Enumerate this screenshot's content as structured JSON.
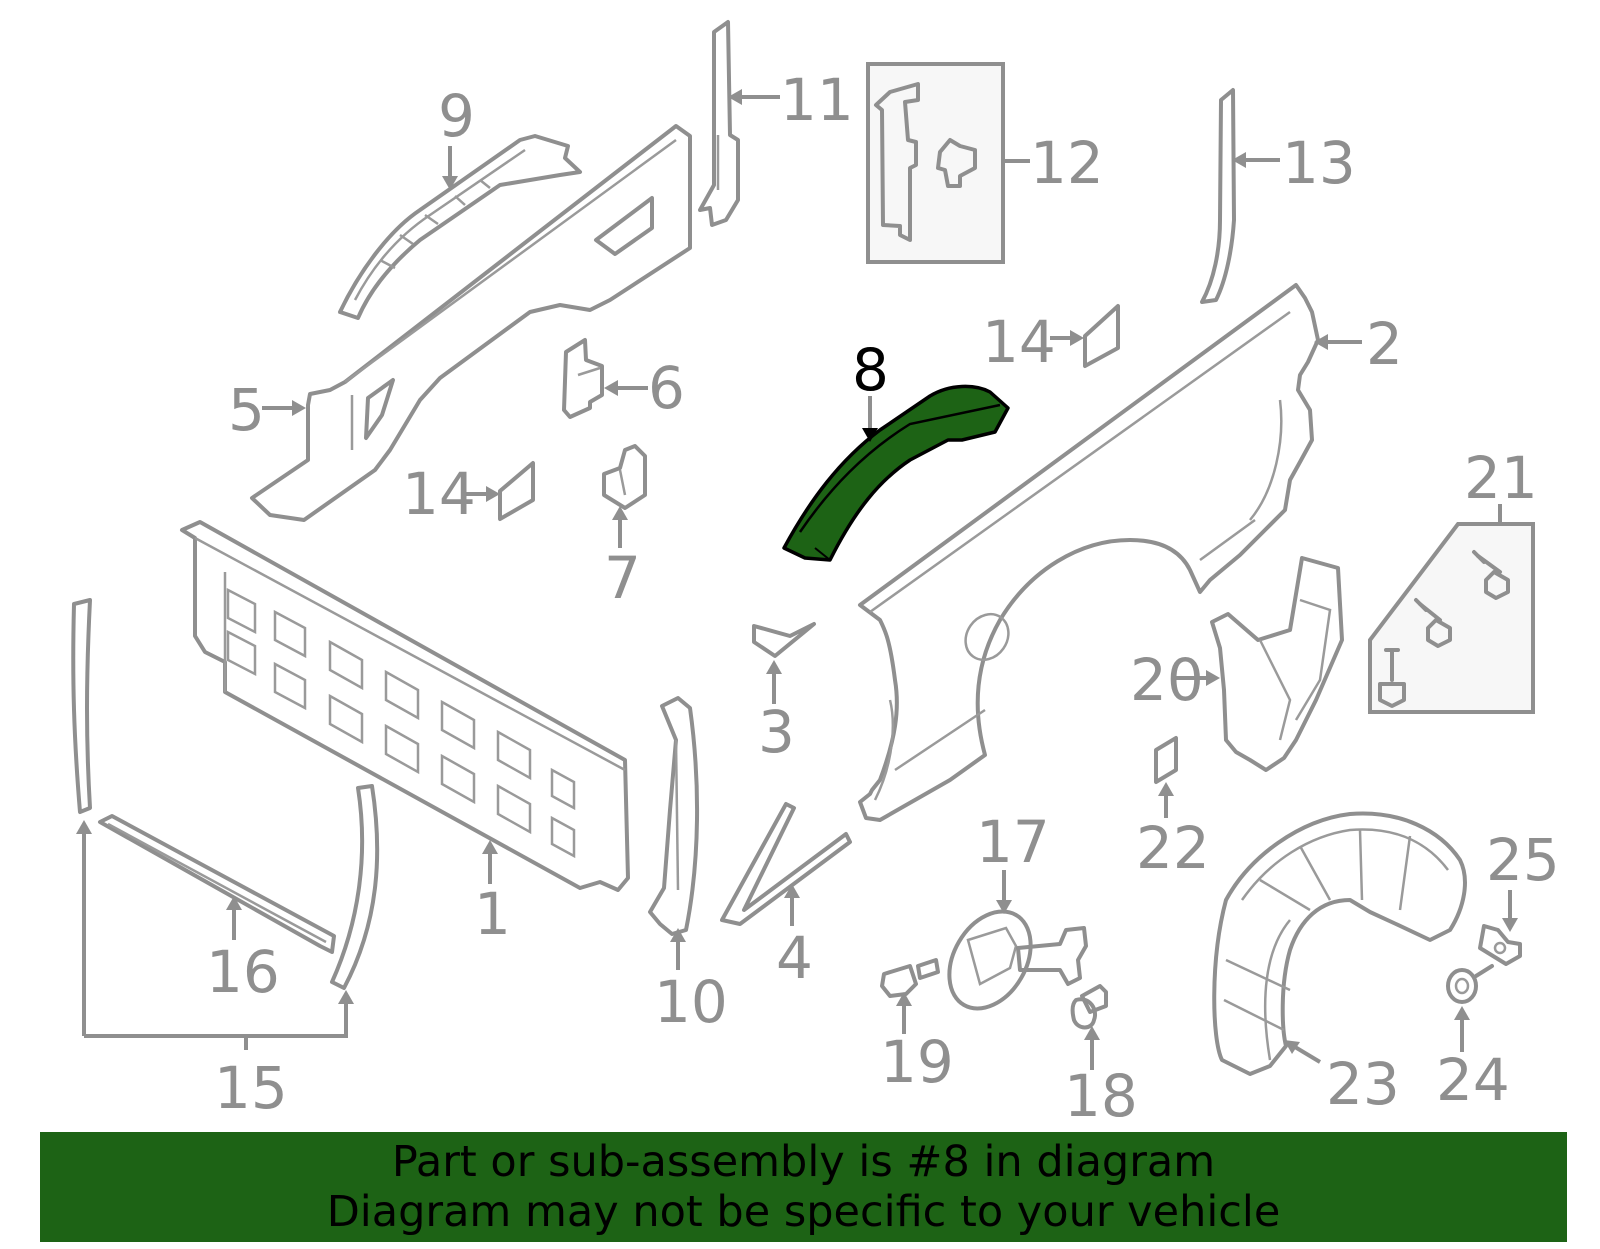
{
  "colors": {
    "line": "#8f8f8f",
    "highlight_part": "#1d6315",
    "banner_background": "#1d6315",
    "banner_text": "#000000"
  },
  "highlighted_callout": "8",
  "callouts": {
    "c1": "1",
    "c2": "2",
    "c3": "3",
    "c4": "4",
    "c5": "5",
    "c6": "6",
    "c7": "7",
    "c8": "8",
    "c9": "9",
    "c10": "10",
    "c11": "11",
    "c12": "12",
    "c13": "13",
    "c14a": "14",
    "c14b": "14",
    "c15": "15",
    "c16": "16",
    "c17": "17",
    "c18": "18",
    "c19": "19",
    "c20": "20",
    "c21": "21",
    "c22": "22",
    "c23": "23",
    "c24": "24",
    "c25": "25"
  },
  "banner": {
    "line1": "Part or sub-assembly is #8 in diagram",
    "line2": "Diagram may not be specific to your vehicle"
  }
}
